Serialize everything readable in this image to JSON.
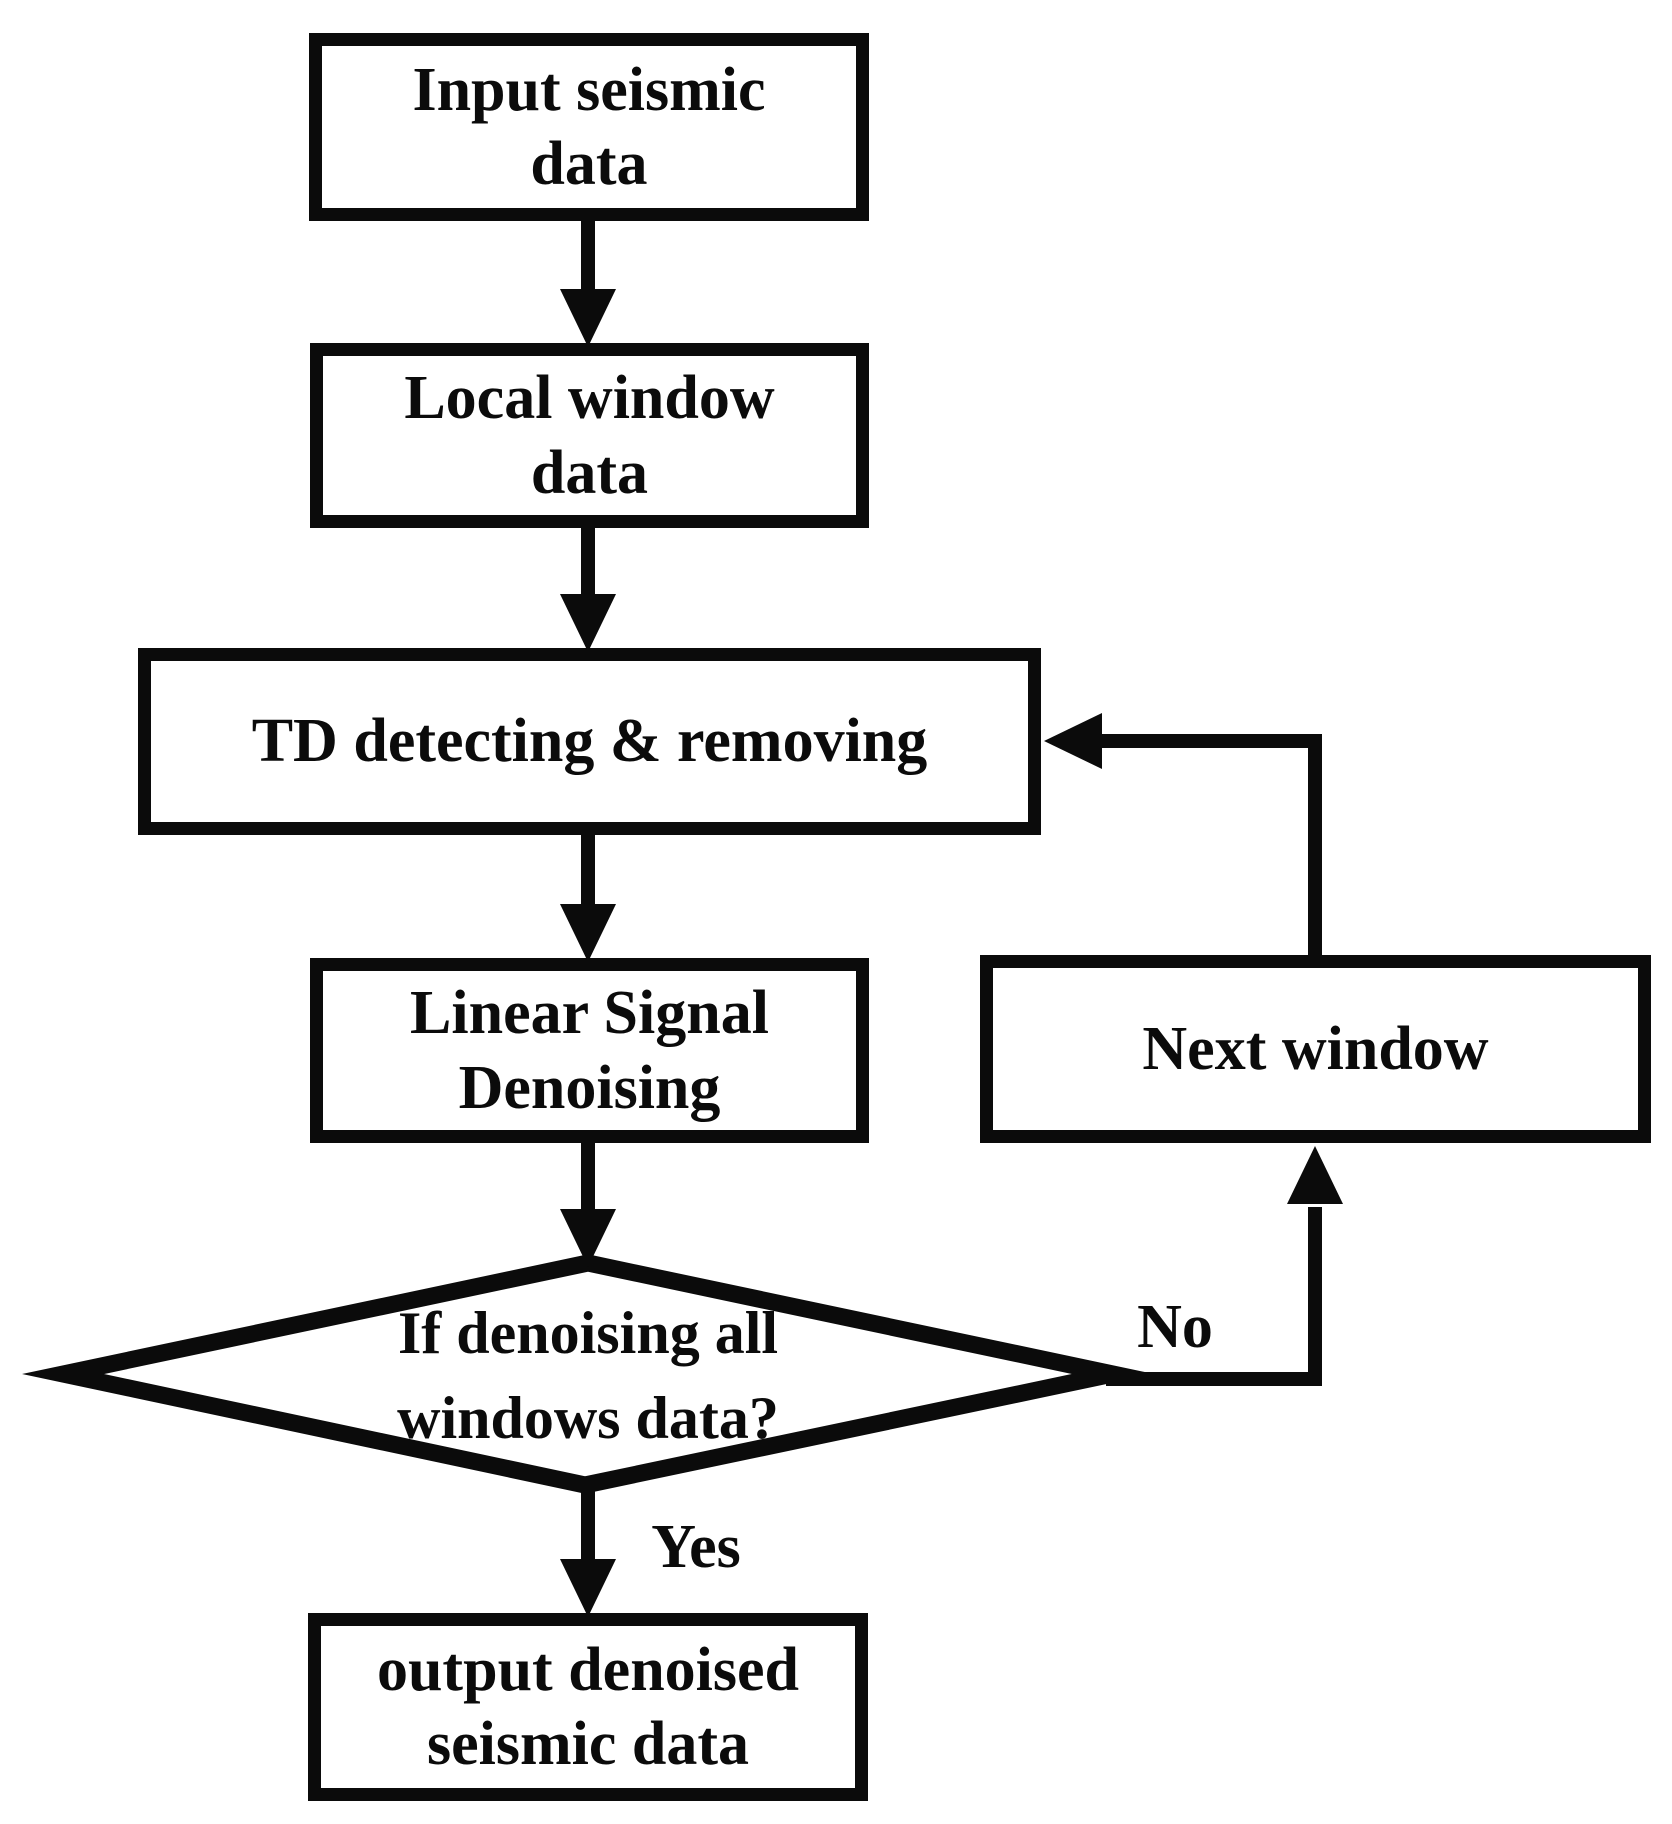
{
  "figure": {
    "type": "flowchart",
    "background_color": "#ffffff",
    "ink_color": "#0b0b0b"
  },
  "nodes": {
    "input_seismic_data": {
      "shape": "rect",
      "label": "Input seismic\ndata"
    },
    "local_window_data": {
      "shape": "rect",
      "label": "Local window\ndata"
    },
    "td_detecting_removing": {
      "shape": "rect",
      "label": "TD detecting & removing"
    },
    "linear_signal_denoising": {
      "shape": "rect",
      "label": "Linear Signal\nDenoising"
    },
    "next_window": {
      "shape": "rect",
      "label": "Next window"
    },
    "decision_all_windows": {
      "shape": "diamond",
      "label": "If denoising all\nwindows data?"
    },
    "output_denoised_seismic_data": {
      "shape": "rect",
      "label": "output denoised\nseismic data"
    }
  },
  "edges": [
    {
      "from": "input_seismic_data",
      "to": "local_window_data",
      "label": ""
    },
    {
      "from": "local_window_data",
      "to": "td_detecting_removing",
      "label": ""
    },
    {
      "from": "td_detecting_removing",
      "to": "linear_signal_denoising",
      "label": ""
    },
    {
      "from": "linear_signal_denoising",
      "to": "decision_all_windows",
      "label": ""
    },
    {
      "from": "decision_all_windows",
      "to": "output_denoised_seismic_data",
      "label": "Yes"
    },
    {
      "from": "decision_all_windows",
      "to": "next_window",
      "label": "No"
    },
    {
      "from": "next_window",
      "to": "td_detecting_removing",
      "label": ""
    }
  ]
}
